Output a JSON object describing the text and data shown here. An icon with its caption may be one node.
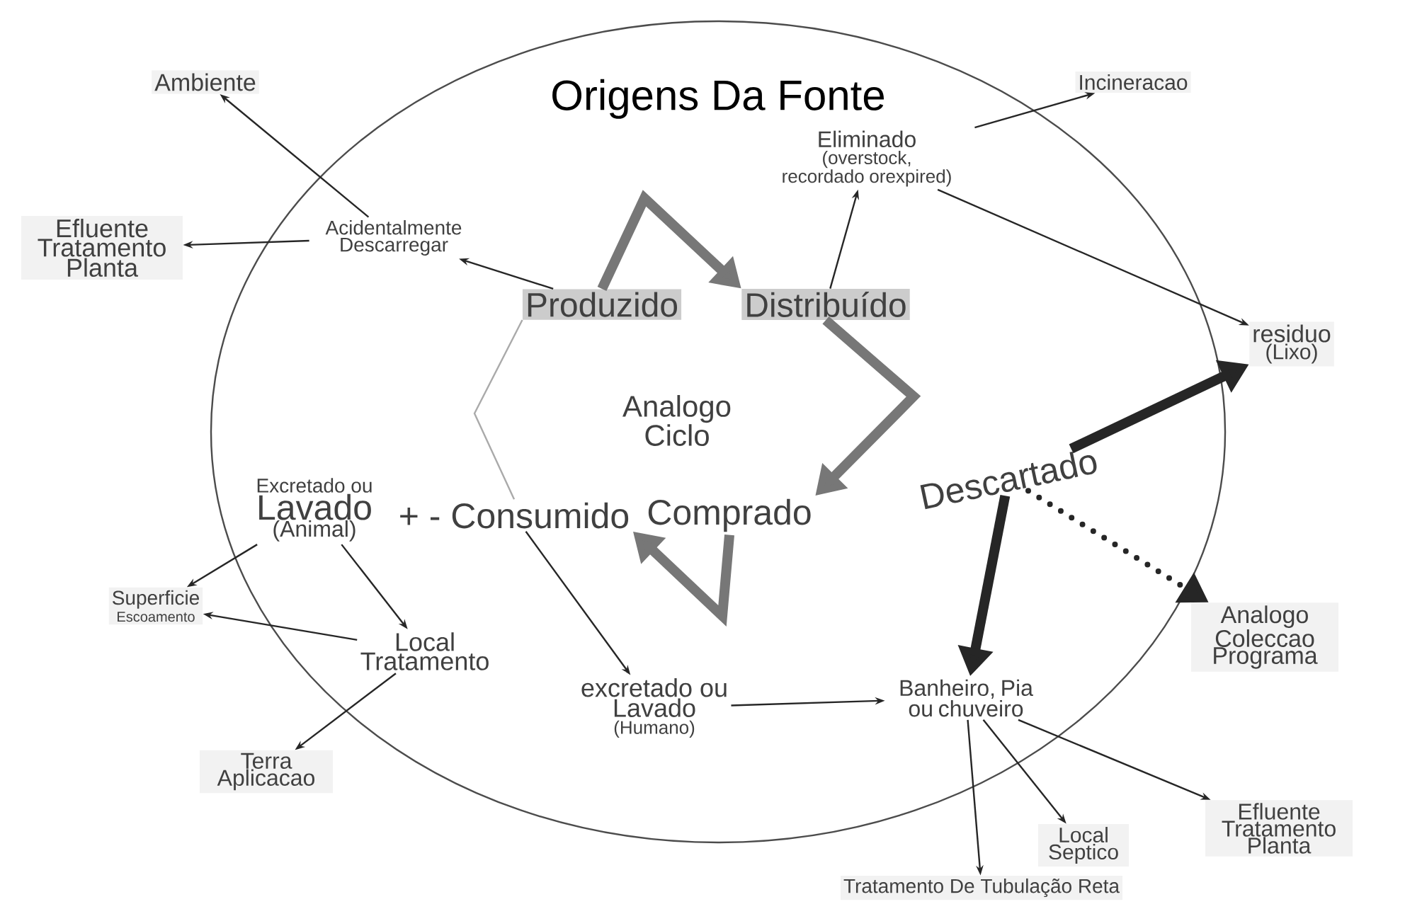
{
  "diagram": {
    "nodes": [
      {
        "text": [
          "Origens Da Fonte"
        ]
      },
      {
        "text": [
          "Ambiente"
        ]
      },
      {
        "text": [
          "Efluente Tratamento Planta"
        ]
      },
      {
        "text": [
          "Acidentalmente Descarregar"
        ],
        "in": 0
      },
      {
        "text": [
          "Produzido"
        ],
        "in": 0
      },
      {
        "text": [
          "Distribuído"
        ],
        "in": 0
      },
      {
        "text": [
          "Eliminado",
          "(overstock, recordado orexpired)"
        ],
        "in": 0
      },
      {
        "text": [
          "Incineracao"
        ]
      },
      {
        "text": [
          "residuo",
          "(Lixo)"
        ]
      },
      {
        "text": [
          "Analogo Ciclo"
        ],
        "in": 0
      },
      {
        "text": [
          "Excretado ou",
          "Lavado",
          "(Animal)"
        ],
        "in": 0
      },
      {
        "text": [
          "+ - Consumido"
        ],
        "in": 0
      },
      {
        "text": [
          "Comprado"
        ],
        "in": 0
      },
      {
        "text": [
          "Descartado"
        ],
        "in": 0
      },
      {
        "text": [
          "Superficie",
          "Escoamento"
        ]
      },
      {
        "text": [
          "Local",
          "Tratamento"
        ],
        "in": 0
      },
      {
        "text": [
          "Terra Aplicacao"
        ]
      },
      {
        "text": [
          "excretado ou",
          "Lavado",
          "(Humano)"
        ],
        "in": 0
      },
      {
        "text": [
          "Banheiro, Pia ou chuveiro"
        ],
        "in": 0
      },
      {
        "text": [
          "Analogo Coleccao Programa"
        ]
      },
      {
        "text": [
          "Efluente Tratamento Planta"
        ]
      },
      {
        "text": [
          "Local Septico"
        ]
      },
      {
        "text": [
          "Tratamento De Tubulação Reta"
        ]
      }
    ],
    "edges": [
      {
        "from": 3,
        "to": 1,
        "arrow": "to"
      },
      {
        "from": 3,
        "to": 2,
        "arrow": "to"
      },
      {
        "from": 4,
        "to": 3,
        "arrow": "to"
      },
      {
        "from": 5,
        "to": 6,
        "arrow": "to"
      },
      {
        "from": 6,
        "to": 7,
        "arrow": "to"
      },
      {
        "from": 6,
        "to": 8,
        "arrow": "to"
      },
      {
        "from": 4,
        "to": 5,
        "arrow": "to",
        "style": "thick",
        "color": "#777777"
      },
      {
        "from": 5,
        "to": 12,
        "arrow": "to",
        "style": "thick",
        "color": "#777777"
      },
      {
        "from": 12,
        "to": 11,
        "arrow": "to",
        "style": "thick",
        "color": "#777777"
      },
      {
        "from": 11,
        "to": 4,
        "arrow": "none",
        "color": "#aaaaaa"
      },
      {
        "from": 13,
        "to": 8,
        "arrow": "to",
        "style": "thick"
      },
      {
        "from": 13,
        "to": 18,
        "arrow": "to",
        "style": "thick"
      },
      {
        "from": 13,
        "to": 19,
        "arrow": "to",
        "style": "dashed"
      },
      {
        "from": 10,
        "to": 14,
        "arrow": "to"
      },
      {
        "from": 10,
        "to": 15,
        "arrow": "to"
      },
      {
        "from": 15,
        "to": 14,
        "arrow": "to"
      },
      {
        "from": 15,
        "to": 16,
        "arrow": "to"
      },
      {
        "from": 11,
        "to": 17,
        "arrow": "to"
      },
      {
        "from": 17,
        "to": 18,
        "arrow": "to"
      },
      {
        "from": 18,
        "to": 20,
        "arrow": "to"
      },
      {
        "from": 18,
        "to": 21,
        "arrow": "to"
      },
      {
        "from": 18,
        "to": 22,
        "arrow": "to"
      }
    ]
  }
}
